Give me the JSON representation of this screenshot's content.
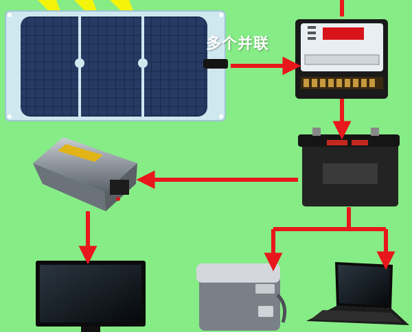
{
  "diagram": {
    "caption": "多个并联",
    "colors": {
      "background": "#86ec86",
      "arrow": "#e8171c",
      "sun_ray": "#f4f40a",
      "panel_cell": "#1b2a4a",
      "panel_frame": "#cfe8f0",
      "controller_body": "#1a1a1a",
      "controller_display": "#d8141a",
      "battery_body": "#232323",
      "inverter_body": "#8e959c",
      "inverter_label": "#e1b418",
      "screen_dark": "#101418",
      "cooler_body": "#7a8088",
      "cooler_lid": "#d4d7db"
    },
    "nodes": [
      {
        "id": "solar-panel",
        "icon": "solar-panel-icon"
      },
      {
        "id": "charge-controller",
        "icon": "charge-controller-icon"
      },
      {
        "id": "battery",
        "icon": "battery-icon"
      },
      {
        "id": "inverter",
        "icon": "inverter-icon"
      },
      {
        "id": "television",
        "icon": "television-icon"
      },
      {
        "id": "car-fridge",
        "icon": "cooler-box-icon"
      },
      {
        "id": "laptop",
        "icon": "laptop-icon"
      }
    ],
    "edges": [
      {
        "from": "solar-panel",
        "to": "charge-controller"
      },
      {
        "from": "charge-controller",
        "to": "battery"
      },
      {
        "from": "battery",
        "to": "inverter"
      },
      {
        "from": "inverter",
        "to": "television"
      },
      {
        "from": "battery",
        "to": "car-fridge"
      },
      {
        "from": "battery",
        "to": "laptop"
      }
    ]
  }
}
